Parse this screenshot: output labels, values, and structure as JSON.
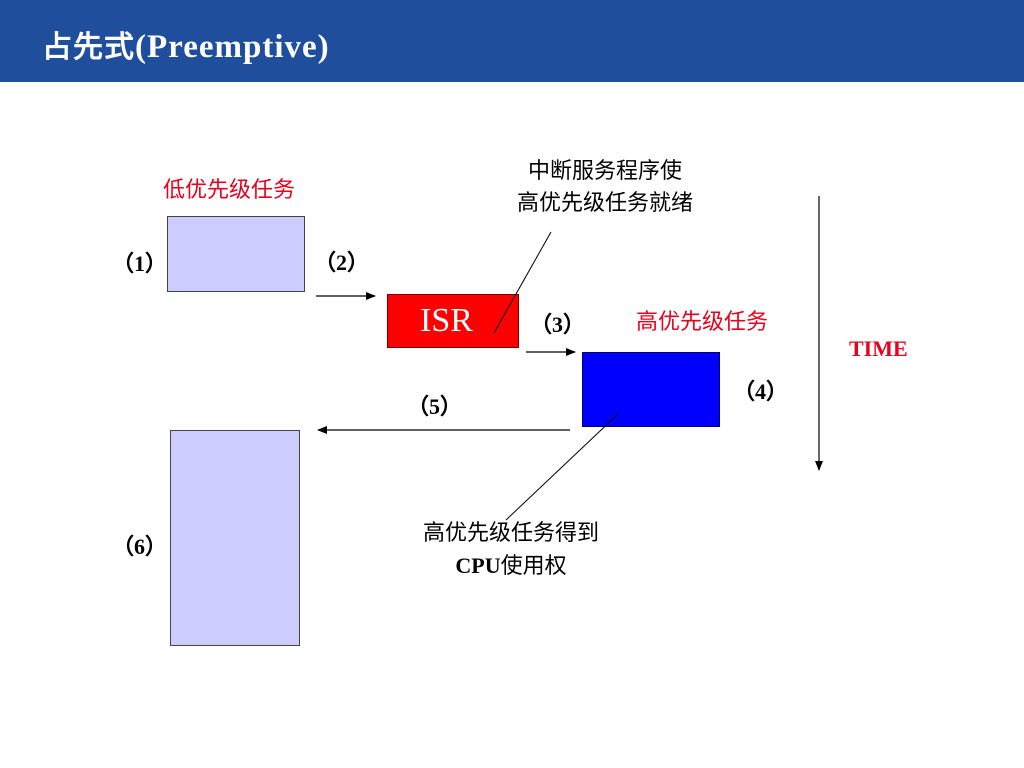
{
  "title": {
    "prefix": "占先式",
    "latin": "(Preemptive)"
  },
  "labels": {
    "low_task": "低优先级任务",
    "high_task": "高优先级任务",
    "isr": "ISR",
    "time": "TIME",
    "isr_note_line1": "中断服务程序使",
    "isr_note_line2": "高优先级任务就绪",
    "cpu_note_line1": "高优先级任务得到",
    "cpu_note_line2_latin": "CPU",
    "cpu_note_line2_rest": "使用权"
  },
  "steps": {
    "s1": "（1）",
    "s2": "（2）",
    "s3": "（3）",
    "s4": "（4）",
    "s5": "（5）",
    "s6": "（6）"
  },
  "colors": {
    "title_bar": "#1f4e9c",
    "low_task_box": "#ccccff",
    "isr_box": "#ff0000",
    "high_task_box": "#0000ff",
    "red_text": "#e8001c"
  }
}
